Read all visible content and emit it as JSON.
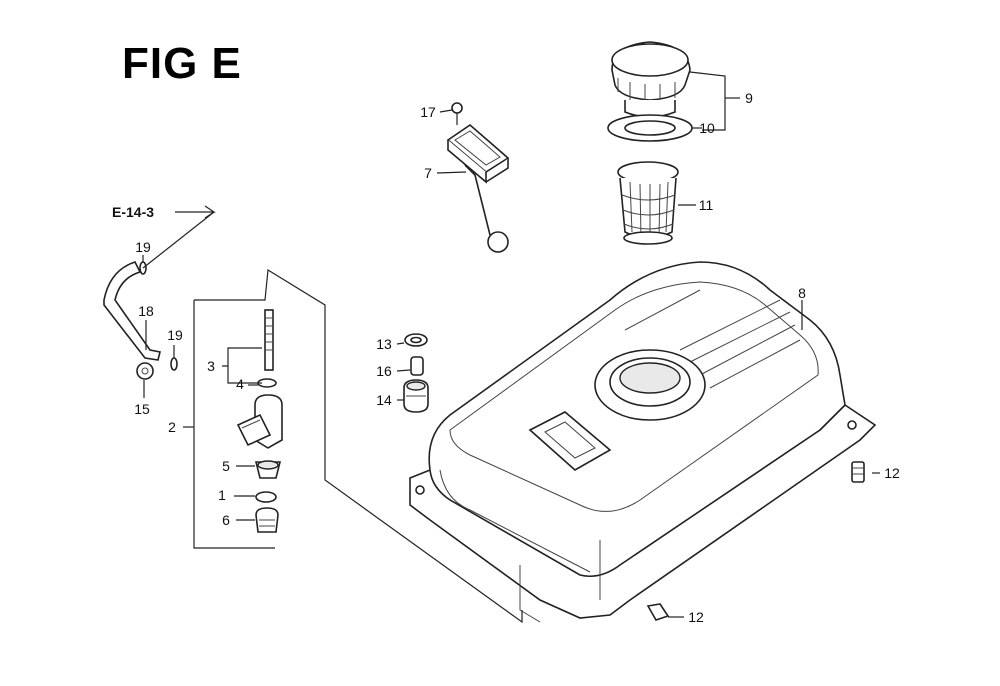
{
  "figure_title": "FIG E",
  "reference_label": "E-14-3",
  "callouts": {
    "c1": "1",
    "c2": "2",
    "c3": "3",
    "c4": "4",
    "c5": "5",
    "c6": "6",
    "c7": "7",
    "c8": "8",
    "c9": "9",
    "c10": "10",
    "c11": "11",
    "c12a": "12",
    "c12b": "12",
    "c13": "13",
    "c14": "14",
    "c15": "15",
    "c16": "16",
    "c17": "17",
    "c18": "18",
    "c19a": "19",
    "c19b": "19"
  }
}
